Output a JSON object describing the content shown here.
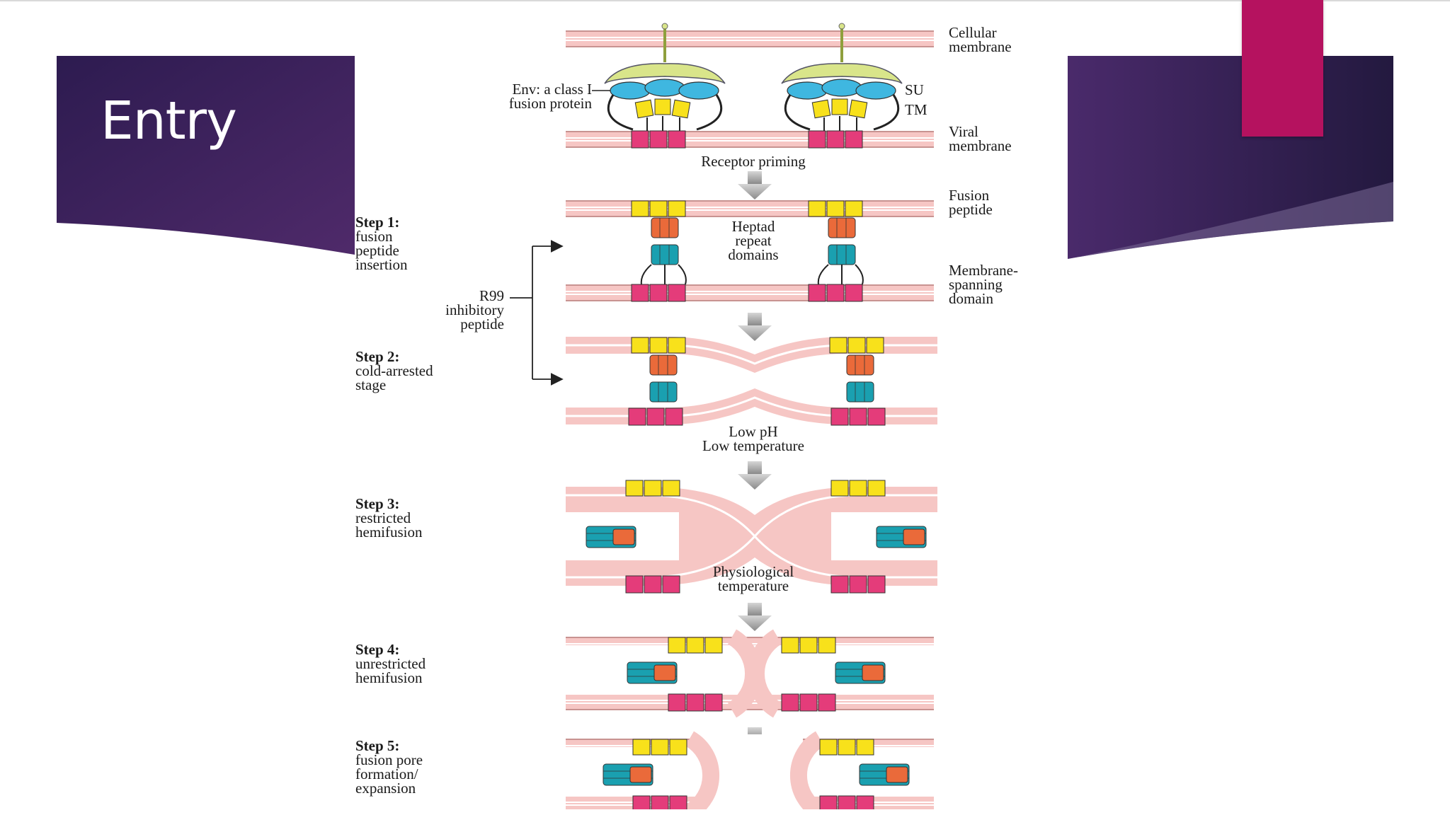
{
  "slide": {
    "title": "Entry",
    "colors": {
      "band_dark": "#2b1a4e",
      "band_light": "#5a2d74",
      "accent": "#b5125f"
    }
  },
  "figure": {
    "labels": {
      "cellular_membrane": "Cellular\nmembrane",
      "env_protein": "Env: a class I\nfusion protein",
      "su": "SU",
      "tm": "TM",
      "viral_membrane": "Viral\nmembrane",
      "receptor_priming": "Receptor priming",
      "fusion_peptide": "Fusion\npeptide",
      "heptad_repeat": "Heptad\nrepeat\ndomains",
      "membrane_spanning": "Membrane-\nspanning\ndomain",
      "r99": "R99\ninhibitory\npeptide",
      "low_ph": "Low pH\nLow temperature",
      "physiological": "Physiological\ntemperature"
    },
    "steps": [
      {
        "head": "Step 1:",
        "text": "fusion\npeptide\ninsertion"
      },
      {
        "head": "Step 2:",
        "text": "cold-arrested\nstage"
      },
      {
        "head": "Step 3:",
        "text": "restricted\nhemifusion"
      },
      {
        "head": "Step 4:",
        "text": "unrestricted\nhemifusion"
      },
      {
        "head": "Step 5:",
        "text": "fusion pore\nformation/\nexpansion"
      }
    ]
  }
}
